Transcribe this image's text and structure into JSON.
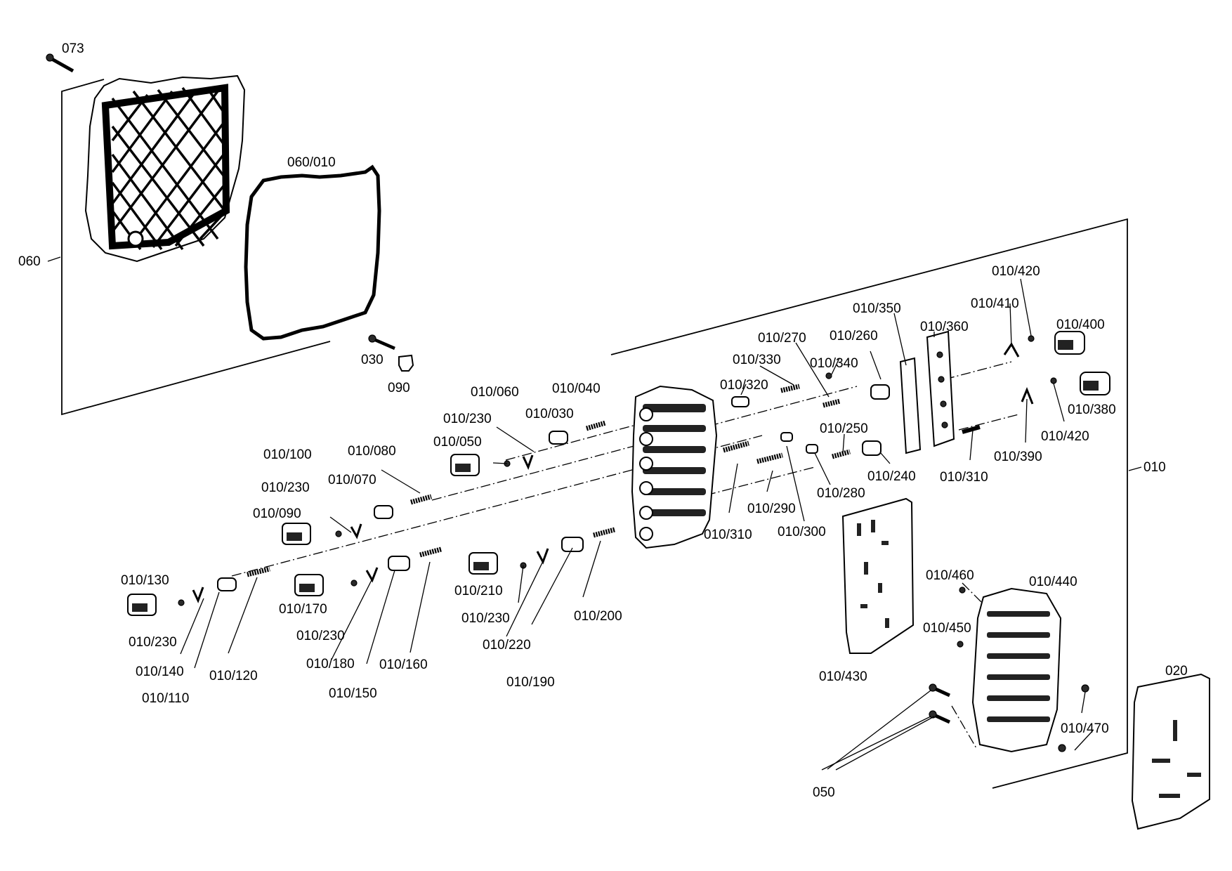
{
  "labels": {
    "l_073": "073",
    "l_060": "060",
    "l_060_010": "060/010",
    "l_030": "030",
    "l_090": "090",
    "l_010": "010",
    "l_020": "020",
    "l_050": "050",
    "l_010_030": "010/030",
    "l_010_040": "010/040",
    "l_010_050": "010/050",
    "l_010_060": "010/060",
    "l_010_070": "010/070",
    "l_010_080": "010/080",
    "l_010_090": "010/090",
    "l_010_100": "010/100",
    "l_010_110": "010/110",
    "l_010_120": "010/120",
    "l_010_130": "010/130",
    "l_010_140": "010/140",
    "l_010_150": "010/150",
    "l_010_160": "010/160",
    "l_010_170": "010/170",
    "l_010_180": "010/180",
    "l_010_190": "010/190",
    "l_010_200": "010/200",
    "l_010_210": "010/210",
    "l_010_220": "010/220",
    "l_010_230_a": "010/230",
    "l_010_230_b": "010/230",
    "l_010_230_c": "010/230",
    "l_010_230_d": "010/230",
    "l_010_230_e": "010/230",
    "l_010_240": "010/240",
    "l_010_250": "010/250",
    "l_010_260": "010/260",
    "l_010_270": "010/270",
    "l_010_280": "010/280",
    "l_010_290": "010/290",
    "l_010_300": "010/300",
    "l_010_310_a": "010/310",
    "l_010_310_b": "010/310",
    "l_010_320": "010/320",
    "l_010_330": "010/330",
    "l_010_340": "010/340",
    "l_010_350": "010/350",
    "l_010_360": "010/360",
    "l_010_380": "010/380",
    "l_010_390": "010/390",
    "l_010_400": "010/400",
    "l_010_410": "010/410",
    "l_010_420_a": "010/420",
    "l_010_420_b": "010/420",
    "l_010_430": "010/430",
    "l_010_440": "010/440",
    "l_010_450": "010/450",
    "l_010_460": "010/460",
    "l_010_470": "010/470"
  }
}
